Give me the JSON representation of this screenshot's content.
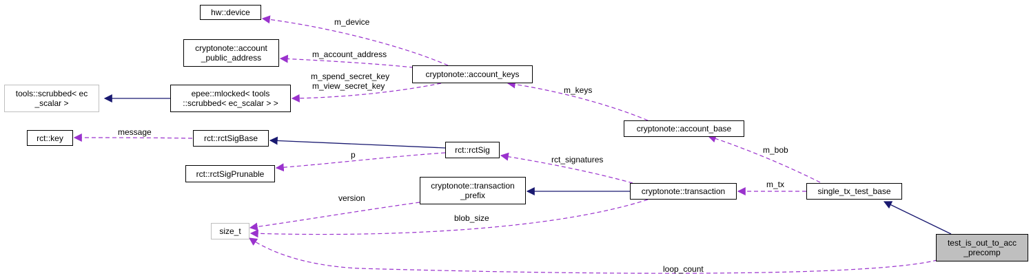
{
  "colors": {
    "inheritance": "#191970",
    "usage": "#9a32cd",
    "node_border": "#000000",
    "external_border": "#bfbfbf",
    "focus_fill": "#bfbfbf"
  },
  "nodes": {
    "hw_device": "hw::device",
    "account_public_address": "cryptonote::account\n_public_address",
    "account_keys": "cryptonote::account_keys",
    "tools_scrubbed": "tools::scrubbed< ec\n_scalar >",
    "epee_mlocked": "epee::mlocked< tools\n::scrubbed< ec_scalar > >",
    "account_base": "cryptonote::account_base",
    "rct_key": "rct::key",
    "rct_sig_base": "rct::rctSigBase",
    "rct_sig": "rct::rctSig",
    "rct_sig_prunable": "rct::rctSigPrunable",
    "transaction_prefix": "cryptonote::transaction\n_prefix",
    "transaction": "cryptonote::transaction",
    "single_tx_test_base": "single_tx_test_base",
    "size_t": "size_t",
    "test_is_out": "test_is_out_to_acc\n_precomp"
  },
  "edge_labels": {
    "m_device": "m_device",
    "m_account_address": "m_account_address",
    "m_spend_secret_key": "m_spend_secret_key",
    "m_view_secret_key": "m_view_secret_key",
    "m_keys": "m_keys",
    "message": "message",
    "m_bob": "m_bob",
    "p": "p",
    "rct_signatures": "rct_signatures",
    "m_tx": "m_tx",
    "version": "version",
    "blob_size": "blob_size",
    "loop_count": "loop_count"
  }
}
